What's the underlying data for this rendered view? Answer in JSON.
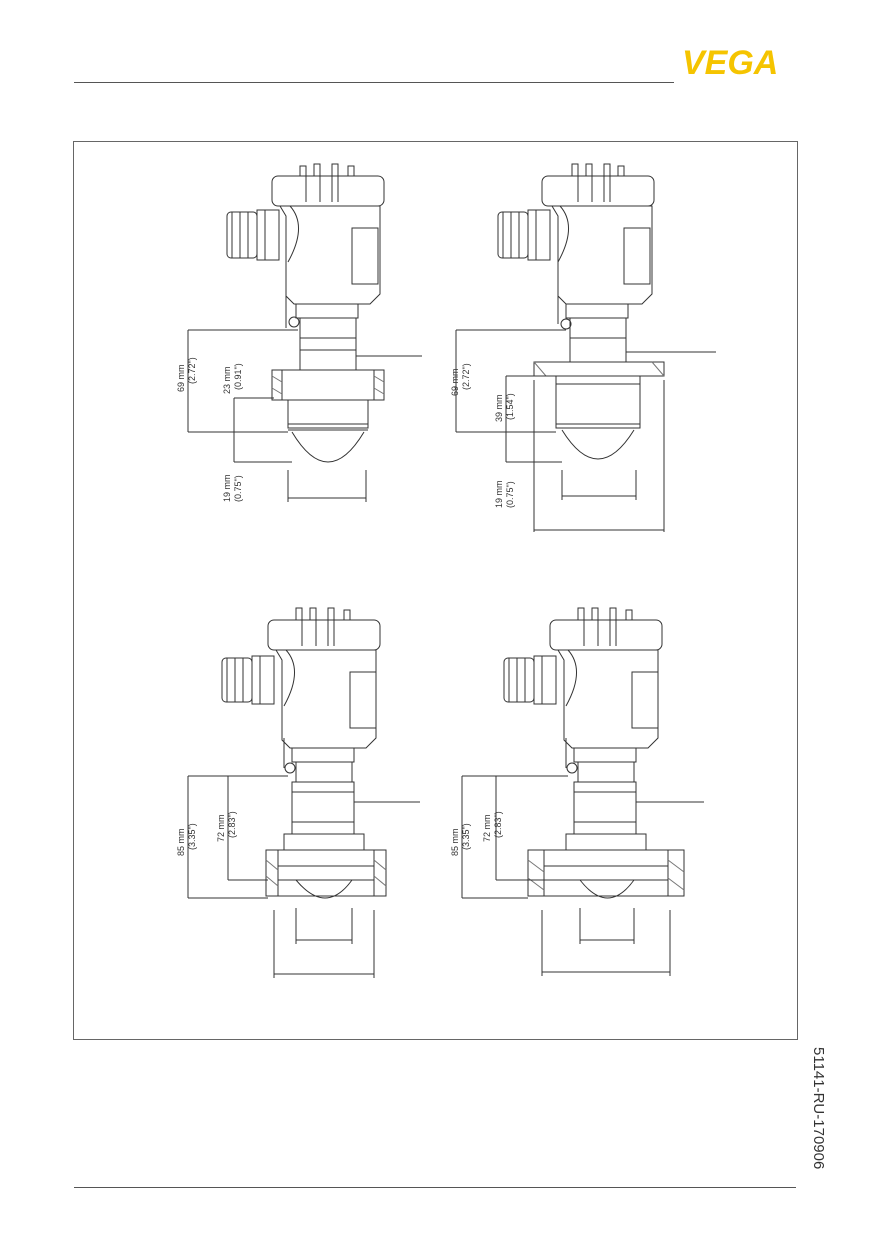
{
  "header": {
    "brand": "VEGA",
    "brand_color": "#f5c400"
  },
  "footer": {
    "document_id": "51141-RU-170906"
  },
  "drawings": [
    {
      "id": "top-left",
      "dims": [
        "69 mm",
        "(2.72\")",
        "23 mm",
        "(0.91\")",
        "19 mm",
        "(0.75\")"
      ]
    },
    {
      "id": "top-right",
      "dims": [
        "69 mm",
        "(2.72\")",
        "39 mm",
        "(1.54\")",
        "19 mm",
        "(0.75\")"
      ]
    },
    {
      "id": "bottom-left",
      "dims": [
        "85 mm",
        "(3.35\")",
        "72 mm",
        "(2.83\")"
      ]
    },
    {
      "id": "bottom-right",
      "dims": [
        "85 mm",
        "(3.35\")",
        "72 mm",
        "(2.83\")"
      ]
    }
  ]
}
